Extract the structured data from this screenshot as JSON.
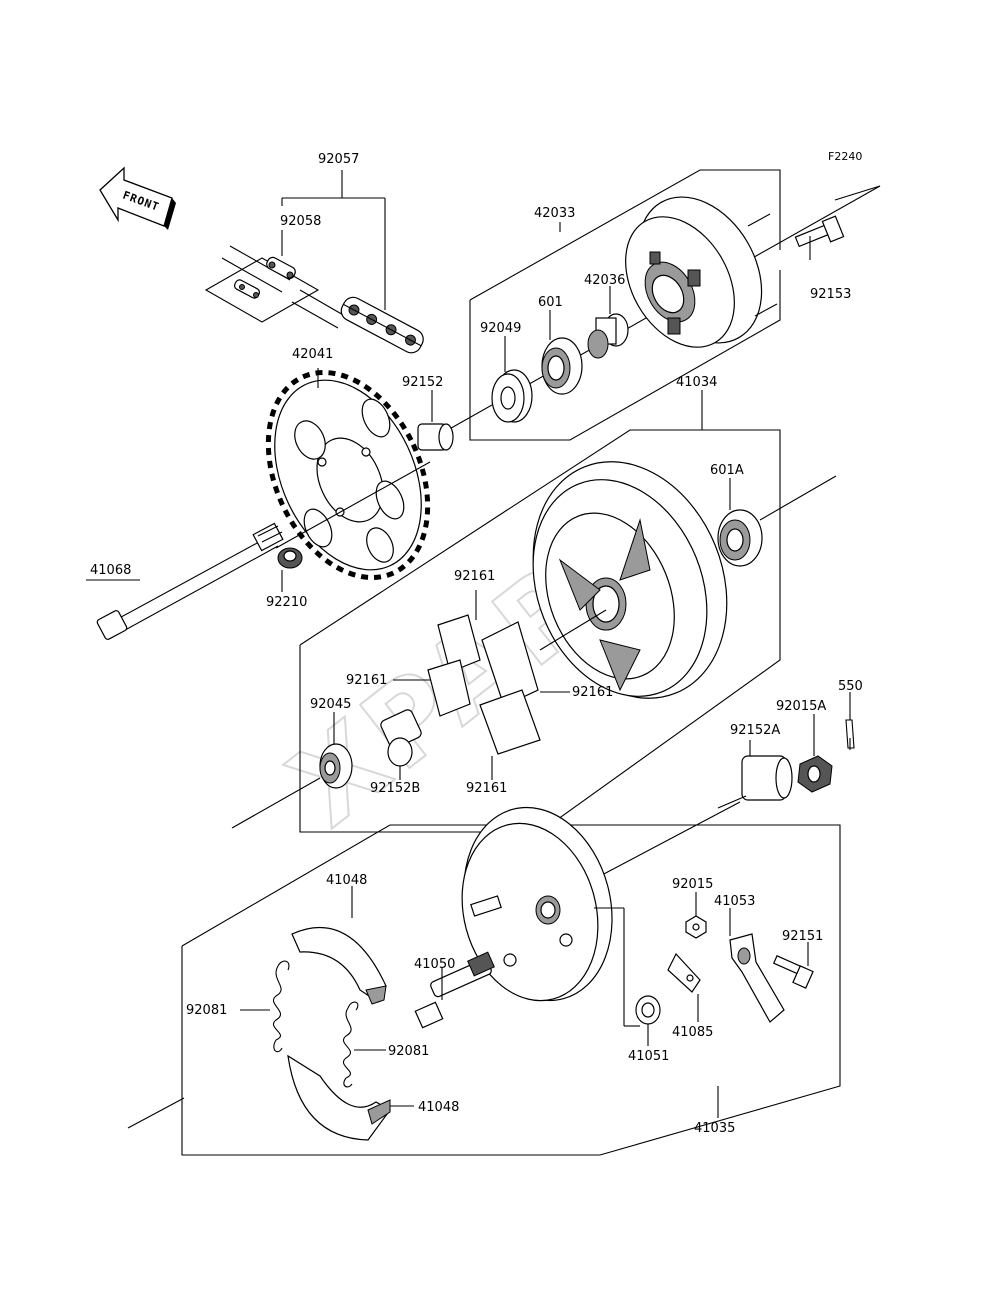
{
  "diagram": {
    "ref_code": "F2240",
    "front_label": "FRONT",
    "watermark": "XPART",
    "labels": {
      "p92057": "92057",
      "p92058": "92058",
      "p42033": "42033",
      "p92153": "92153",
      "p42036": "42036",
      "p601": "601",
      "p92049": "92049",
      "p42041": "42041",
      "p92152": "92152",
      "p41034": "41034",
      "p601A": "601A",
      "p41068": "41068",
      "p92210": "92210",
      "p92161a": "92161",
      "p92161b": "92161",
      "p92161c": "92161",
      "p92161d": "92161",
      "p550": "550",
      "p92015A": "92015A",
      "p92045": "92045",
      "p92152A": "92152A",
      "p92152B": "92152B",
      "p41048a": "41048",
      "p92015": "92015",
      "p41053": "41053",
      "p92151": "92151",
      "p41050": "41050",
      "p92081a": "92081",
      "p92081b": "92081",
      "p41085": "41085",
      "p41051": "41051",
      "p41048b": "41048",
      "p41035": "41035"
    }
  }
}
